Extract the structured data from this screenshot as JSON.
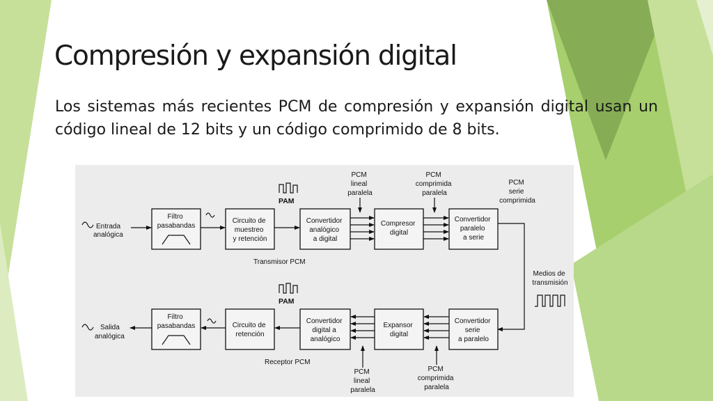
{
  "slide": {
    "title": "Compresión y expansión digital",
    "body": "Los sistemas más recientes PCM de compresión y expansión digital usan un código lineal de 12 bits y un código comprimido de 8 bits.",
    "colors": {
      "green_light": "#c6e09a",
      "green_mid": "#a7cf6d",
      "green_dark": "#86ad55",
      "green_pale": "#dcecc0"
    }
  },
  "diagram": {
    "transmitter": {
      "input_label": [
        "Entrada",
        "analógica"
      ],
      "filter": [
        "Filtro",
        "pasabandas"
      ],
      "sample_hold": [
        "Circuito de",
        "muestreo",
        "y retención"
      ],
      "pam_label": "PAM",
      "adc": [
        "Convertidor",
        "analógico",
        "a digital"
      ],
      "compressor": [
        "Compresor",
        "digital"
      ],
      "par_to_ser": [
        "Convertidor",
        "paralelo",
        "a serie"
      ],
      "linear_pcm_label": [
        "PCM",
        "lineal",
        "paralela"
      ],
      "compressed_pcm_label": [
        "PCM",
        "comprimida",
        "paralela"
      ],
      "serial_pcm_label": [
        "PCM",
        "serie",
        "comprimida"
      ],
      "caption": "Transmisor PCM"
    },
    "medium_label": [
      "Medios de",
      "transmisión"
    ],
    "receiver": {
      "output_label": [
        "Salida",
        "analógica"
      ],
      "filter": [
        "Filtro",
        "pasabandas"
      ],
      "hold": [
        "Circuito de",
        "retención"
      ],
      "pam_label": "PAM",
      "dac": [
        "Convertidor",
        "digital a",
        "analógico"
      ],
      "expander": [
        "Expansor",
        "digital"
      ],
      "ser_to_par": [
        "Convertidor",
        "serie",
        "a paralelo"
      ],
      "linear_pcm_label": [
        "PCM",
        "lineal",
        "paralela"
      ],
      "compressed_pcm_label": [
        "PCM",
        "comprimida",
        "paralela"
      ],
      "caption": "Receptor PCM"
    }
  }
}
